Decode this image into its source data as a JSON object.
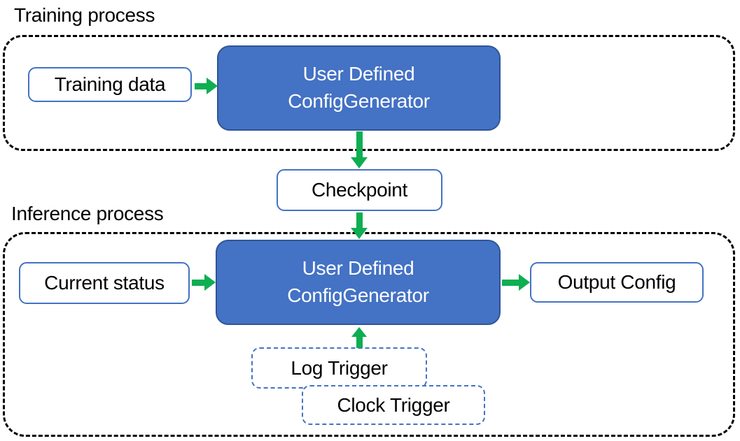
{
  "colors": {
    "generator_fill": "#4472C4",
    "generator_border": "#2F5597",
    "io_box_border": "#4472C4",
    "trigger_dashed_border": "#4472C4",
    "arrow_green": "#0EAE52",
    "container_dashed": "#000000",
    "text_dark": "#000000",
    "text_light": "#FFFFFF"
  },
  "training": {
    "section_label": "Training process",
    "data_box": "Training data",
    "generator": {
      "line1": "User Defined",
      "line2": "ConfigGenerator"
    }
  },
  "checkpoint": {
    "label": "Checkpoint"
  },
  "inference": {
    "section_label": "Inference process",
    "status_box": "Current status",
    "generator": {
      "line1": "User Defined",
      "line2": "ConfigGenerator"
    },
    "output_box": "Output Config",
    "log_trigger_box": "Log Trigger",
    "clock_trigger_box": "Clock Trigger"
  }
}
